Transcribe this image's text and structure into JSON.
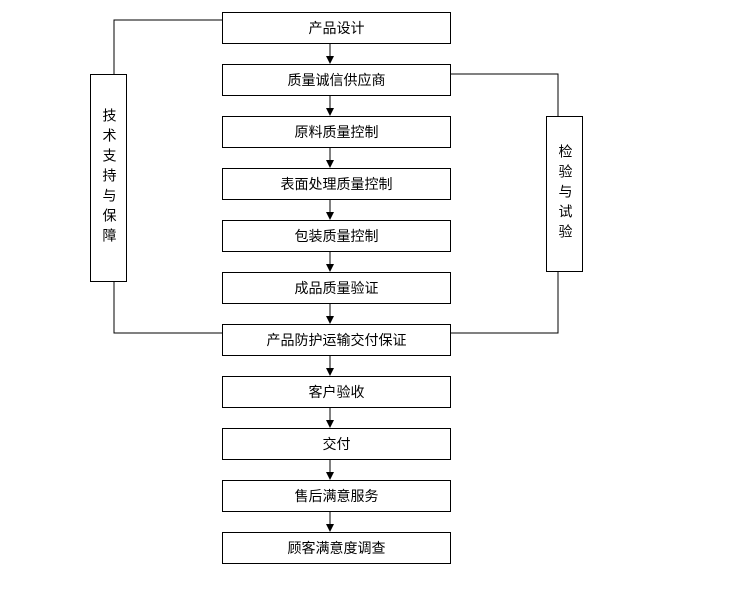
{
  "steps": [
    "产品设计",
    "质量诚信供应商",
    "原料质量控制",
    "表面处理质量控制",
    "包装质量控制",
    "成品质量验证",
    "产品防护运输交付保证",
    "客户验收",
    "交付",
    "售后满意服务",
    "顾客满意度调查"
  ],
  "left_side": "技术支持与保障",
  "right_side": "检验与试验"
}
